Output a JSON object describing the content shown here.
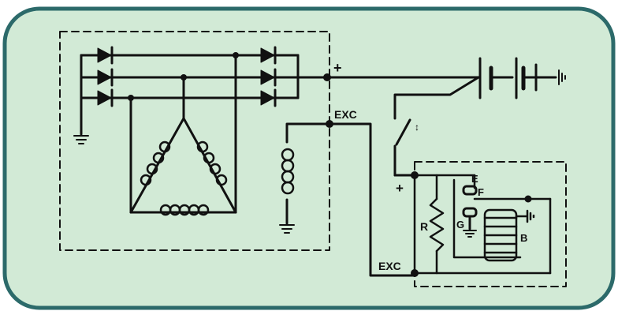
{
  "colors": {
    "background": "#d2ead6",
    "frame": "#2c6a6a",
    "ink": "#111111"
  },
  "labels": {
    "plus_top": "+",
    "exc_top": "EXC",
    "plus_regulator": "+",
    "exc_bottom": "EXC",
    "resistor": "R",
    "contact_e": "E",
    "contact_f": "F",
    "contact_g": "G",
    "coil_b": "B",
    "switch_mark": "↕"
  }
}
